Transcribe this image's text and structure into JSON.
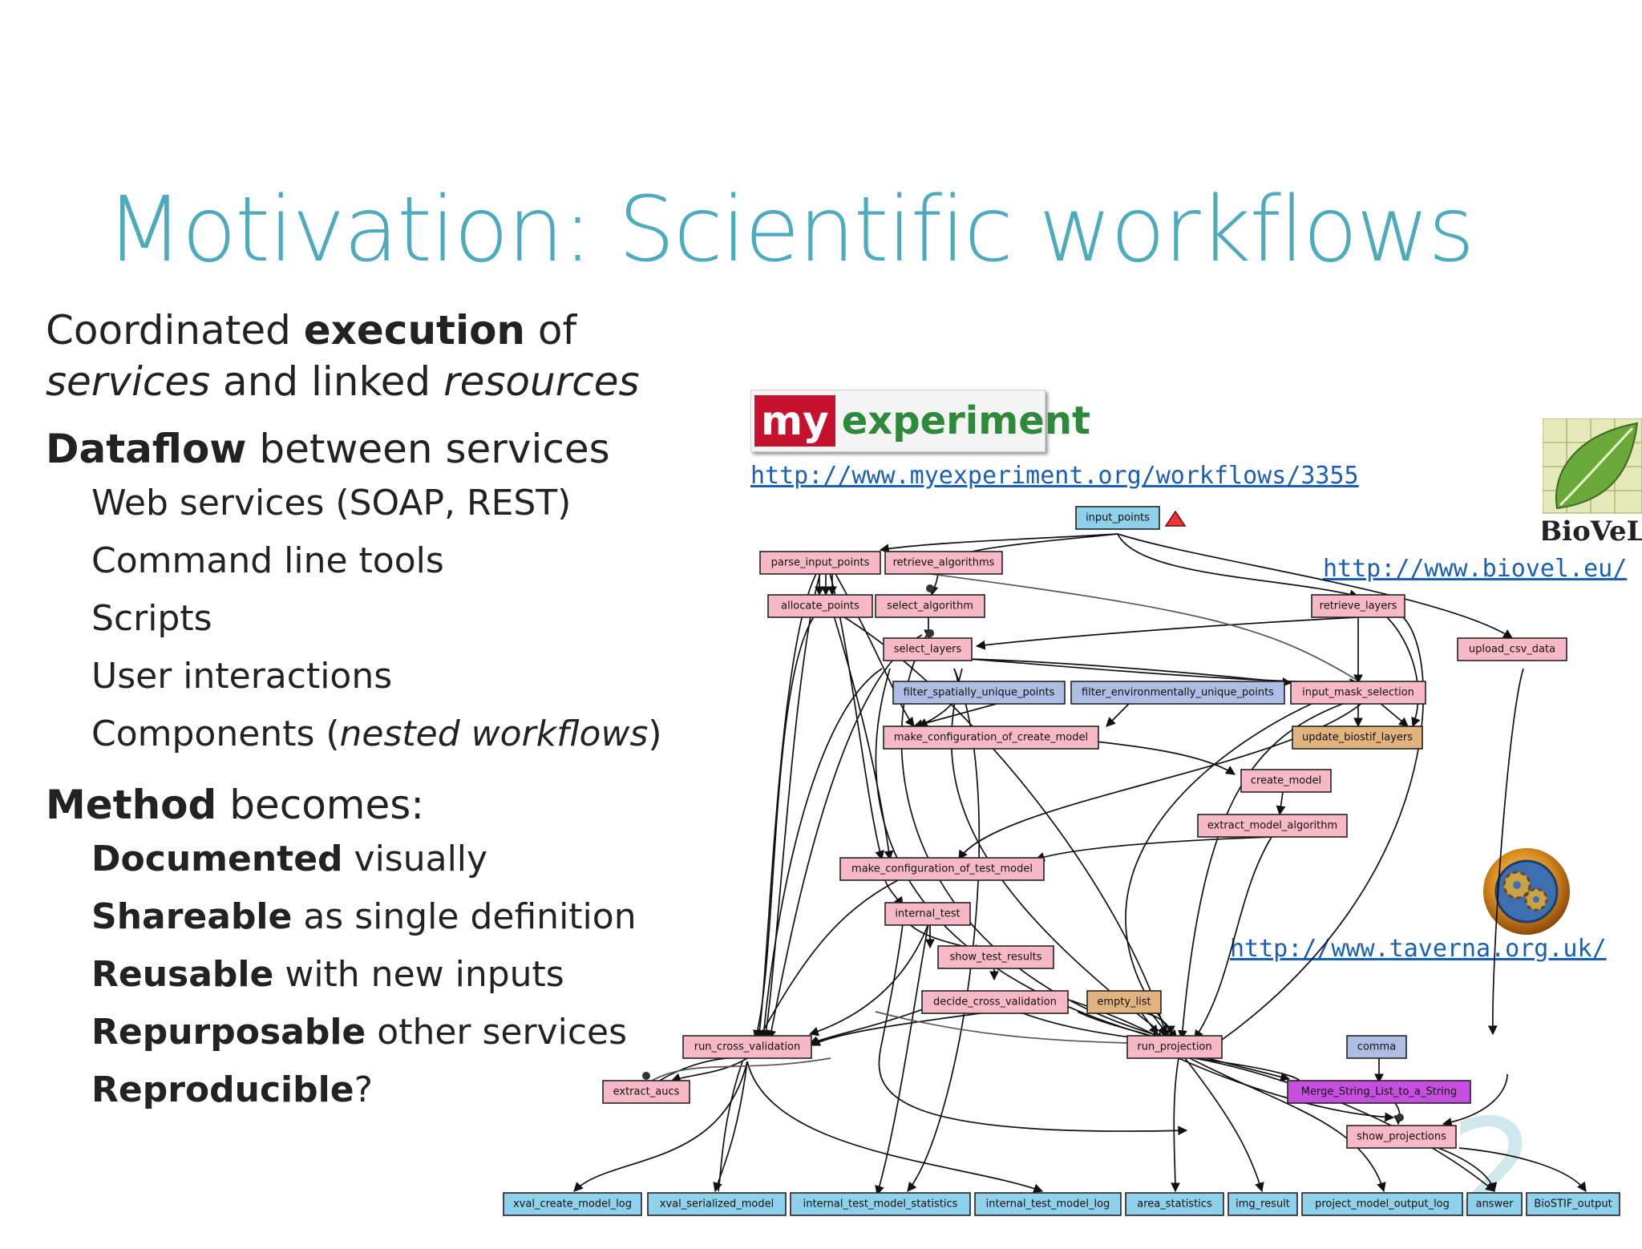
{
  "slide": {
    "title": "Motivation: Scientific workflows",
    "page_number": "2",
    "bullets": {
      "coordinated": {
        "pre": "Coordinated ",
        "bold": "execution",
        "post": " of",
        "line2_i1": "services",
        "line2_mid": " and linked ",
        "line2_i2": "resources"
      },
      "dataflow": {
        "bold": "Dataflow",
        "post": " between services"
      },
      "dataflow_items": [
        "Web services (SOAP, REST)",
        "Command line tools",
        "Scripts",
        "User interactions"
      ],
      "components": {
        "pre": "Components (",
        "italic": "nested workflows",
        "post": ")"
      },
      "method": {
        "bold": "Method",
        "post": " becomes:"
      },
      "method_items": [
        {
          "bold": "Documented",
          "post": " visually"
        },
        {
          "bold": "Shareable",
          "post": " as single definition"
        },
        {
          "bold": "Reusable",
          "post": " with new inputs"
        },
        {
          "bold": "Repurposable",
          "post": " other services"
        },
        {
          "bold": "Reproducible",
          "post": "?"
        }
      ]
    }
  },
  "logos": {
    "myexperiment": {
      "part1": "my",
      "part2": "experiment"
    },
    "biovel": {
      "text": "BioVeL"
    }
  },
  "links": {
    "myexperiment": "http://www.myexperiment.org/workflows/3355",
    "biovel": "http://www.biovel.eu/",
    "taverna": "http://www.taverna.org.uk/"
  },
  "workflow": {
    "colors": {
      "pink": "#f7b9c6",
      "blue": "#8fd0ea",
      "lavender": "#aebde3",
      "tan": "#e1b47f",
      "magenta": "#c64fe0"
    },
    "nodes": {
      "input_points": "input_points",
      "parse_input_points": "parse_input_points",
      "retrieve_algorithms": "retrieve_algorithms",
      "allocate_points": "allocate_points",
      "select_algorithm": "select_algorithm",
      "retrieve_layers": "retrieve_layers",
      "select_layers": "select_layers",
      "upload_csv_data": "upload_csv_data",
      "filter_spatially_unique_points": "filter_spatially_unique_points",
      "filter_environmentally_unique_points": "filter_environmentally_unique_points",
      "input_mask_selection": "input_mask_selection",
      "make_configuration_of_create_model": "make_configuration_of_create_model",
      "update_biostif_layers": "update_biostif_layers",
      "create_model": "create_model",
      "extract_model_algorithm": "extract_model_algorithm",
      "make_configuration_of_test_model": "make_configuration_of_test_model",
      "internal_test": "internal_test",
      "show_test_results": "show_test_results",
      "decide_cross_validation": "decide_cross_validation",
      "empty_list": "empty_list",
      "run_cross_validation": "run_cross_validation",
      "run_projection": "run_projection",
      "comma": "comma",
      "extract_aucs": "extract_aucs",
      "merge_string_list": "Merge_String_List_to_a_String",
      "show_projections": "show_projections",
      "xval_create_model_log": "xval_create_model_log",
      "xval_serialized_model": "xval_serialized_model",
      "internal_test_model_statistics": "internal_test_model_statistics",
      "internal_test_model_log": "internal_test_model_log",
      "area_statistics": "area_statistics",
      "img_result": "img_result",
      "project_model_output_log": "project_model_output_log",
      "answer": "answer",
      "biostif_output": "BioSTIF_output"
    }
  }
}
